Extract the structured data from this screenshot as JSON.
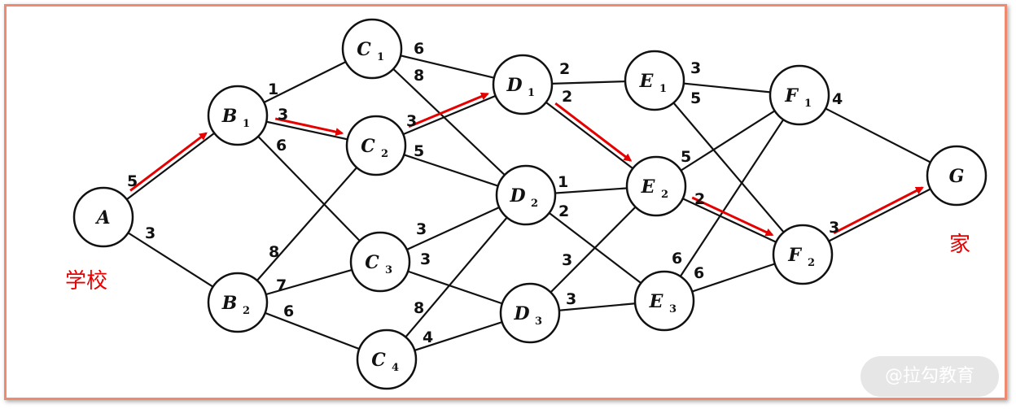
{
  "diagram": {
    "nodes": [
      {
        "id": "A",
        "letter": "A",
        "sub": ""
      },
      {
        "id": "B1",
        "letter": "B",
        "sub": "1"
      },
      {
        "id": "B2",
        "letter": "B",
        "sub": "2"
      },
      {
        "id": "C1",
        "letter": "C",
        "sub": "1"
      },
      {
        "id": "C2",
        "letter": "C",
        "sub": "2"
      },
      {
        "id": "C3",
        "letter": "C",
        "sub": "3"
      },
      {
        "id": "C4",
        "letter": "C",
        "sub": "4"
      },
      {
        "id": "D1",
        "letter": "D",
        "sub": "1"
      },
      {
        "id": "D2",
        "letter": "D",
        "sub": "2"
      },
      {
        "id": "D3",
        "letter": "D",
        "sub": "3"
      },
      {
        "id": "E1",
        "letter": "E",
        "sub": "1"
      },
      {
        "id": "E2",
        "letter": "E",
        "sub": "2"
      },
      {
        "id": "E3",
        "letter": "E",
        "sub": "3"
      },
      {
        "id": "F1",
        "letter": "F",
        "sub": "1"
      },
      {
        "id": "F2",
        "letter": "F",
        "sub": "2"
      },
      {
        "id": "G",
        "letter": "G",
        "sub": ""
      }
    ],
    "edges": [
      {
        "from": "A",
        "to": "B1",
        "weight": "5"
      },
      {
        "from": "A",
        "to": "B2",
        "weight": "3"
      },
      {
        "from": "B1",
        "to": "C1",
        "weight": "1"
      },
      {
        "from": "B1",
        "to": "C2",
        "weight": "3"
      },
      {
        "from": "B1",
        "to": "C3",
        "weight": "6"
      },
      {
        "from": "B2",
        "to": "C2",
        "weight": "8"
      },
      {
        "from": "B2",
        "to": "C3",
        "weight": "7"
      },
      {
        "from": "B2",
        "to": "C4",
        "weight": "6"
      },
      {
        "from": "C1",
        "to": "D1",
        "weight": "6"
      },
      {
        "from": "C1",
        "to": "D2",
        "weight": "8"
      },
      {
        "from": "C2",
        "to": "D1",
        "weight": "3"
      },
      {
        "from": "C2",
        "to": "D2",
        "weight": "5"
      },
      {
        "from": "C3",
        "to": "D2",
        "weight": "3"
      },
      {
        "from": "C3",
        "to": "D3",
        "weight": "3"
      },
      {
        "from": "C4",
        "to": "D2",
        "weight": "8"
      },
      {
        "from": "C4",
        "to": "D3",
        "weight": "4"
      },
      {
        "from": "D1",
        "to": "E1",
        "weight": "2"
      },
      {
        "from": "D1",
        "to": "E2",
        "weight": "2"
      },
      {
        "from": "D2",
        "to": "E2",
        "weight": "1"
      },
      {
        "from": "D2",
        "to": "E3",
        "weight": "2"
      },
      {
        "from": "D3",
        "to": "E2",
        "weight": "3"
      },
      {
        "from": "D3",
        "to": "E3",
        "weight": "3"
      },
      {
        "from": "E1",
        "to": "F1",
        "weight": "3"
      },
      {
        "from": "E1",
        "to": "F2",
        "weight": "5"
      },
      {
        "from": "E2",
        "to": "F1",
        "weight": "5"
      },
      {
        "from": "E2",
        "to": "F2",
        "weight": "2"
      },
      {
        "from": "E3",
        "to": "F1",
        "weight": "6"
      },
      {
        "from": "E3",
        "to": "F2",
        "weight": "6"
      },
      {
        "from": "F1",
        "to": "G",
        "weight": "4"
      },
      {
        "from": "F2",
        "to": "G",
        "weight": "3"
      }
    ],
    "highlighted_path": [
      "A",
      "B1",
      "C2",
      "D1",
      "E2",
      "F2",
      "G"
    ],
    "start_label": "学校",
    "end_label": "家",
    "highlight_color": "#e60000",
    "border_color": "#f08a6e"
  },
  "watermark": "@拉勾教育"
}
